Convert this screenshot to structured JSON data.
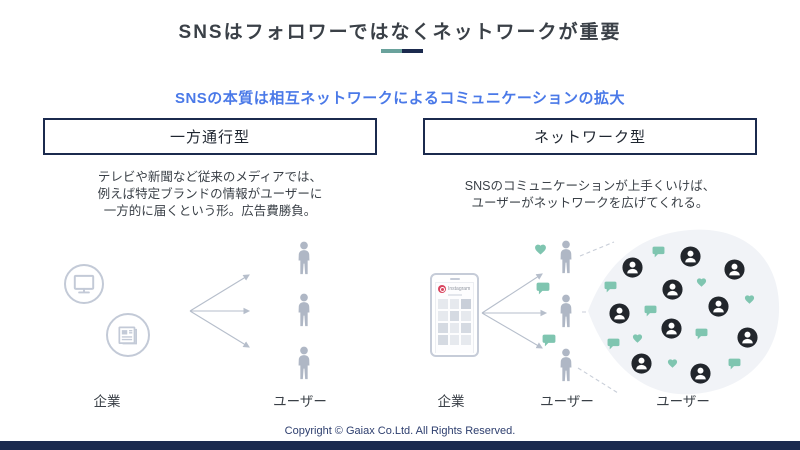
{
  "slide": {
    "title": "SNSはフォロワーではなくネットワークが重要",
    "subtitle": "SNSの本質は相互ネットワークによるコミュニケーションの拡大",
    "copyright": "Copyright © Gaiax Co.Ltd. All Rights Reserved."
  },
  "left_panel": {
    "header": "一方通行型",
    "description": "テレビや新聞など従来のメディアでは、\n例えば特定ブランドの情報がユーザーに\n一方的に届くという形。広告費勝負。",
    "company_label": "企業",
    "user_label": "ユーザー",
    "icons": [
      "tv-monitor-icon",
      "newspaper-icon",
      "person-icon x3"
    ]
  },
  "right_panel": {
    "header": "ネットワーク型",
    "description": "SNSのコミュニケーションが上手くいけば、\nユーザーがネットワークを広げてくれる。",
    "company_label": "企業",
    "user_label_mid": "ユーザー",
    "user_label_right": "ユーザー",
    "phone": {
      "app_name": "Instagram"
    },
    "cluster": {
      "avatar_count": 10,
      "heart_count": 4,
      "bubble_count": 6
    }
  },
  "colors": {
    "navy": "#1b2a4e",
    "teal_accent": "#6aa29c",
    "subtitle_blue": "#4a79e8",
    "icon_gray": "#c3cad7",
    "person_gray": "#afb7c5",
    "reaction_teal": "#7fc5b0",
    "cluster_bg": "#f1f3f7",
    "avatar_dark": "#22262c",
    "instagram_red": "#d9455f"
  }
}
